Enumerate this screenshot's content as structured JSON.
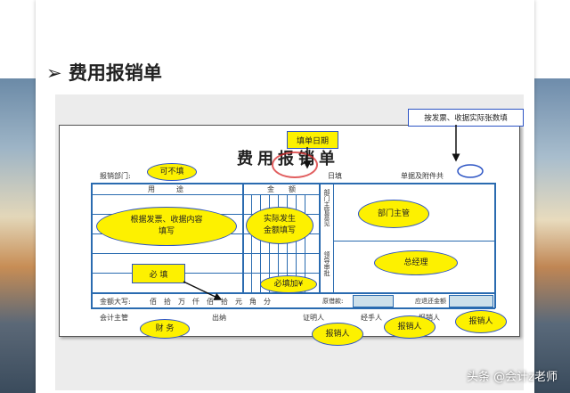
{
  "slide": {
    "title": "费用报销单",
    "bullet": "➢"
  },
  "form": {
    "title": "费用报销单",
    "stamp_text": "",
    "department_label": "报销部门:",
    "date_label": "日填",
    "attachment_label": "单据及附件共",
    "usage_header": "用　　　途",
    "amount_header": "金　　额",
    "dept_manager_label": "部门主管意见",
    "leader_label": "领导审批",
    "total_label": "金额大写:",
    "total_digits": "佰　拾　万　仟　佰　拾　元　角　分",
    "original_loan_label": "原借款:",
    "should_return_label": "应退还金额",
    "accountant_label": "会计主管",
    "cashier_label": "出纳",
    "witness_label": "证明人",
    "handler_label": "经手人",
    "claimant_label": "报销人",
    "currency": "¥"
  },
  "callouts": {
    "fill_date": "填单日期",
    "by_invoice_count": "按发票、收据实际张数填",
    "optional": "可不填",
    "fill_by_invoice": "根据发票、收据内容\n填写",
    "actual_amount": "实际发生\n金额填写",
    "dept_manager": "部门主管",
    "general_manager": "总经理",
    "required": "必  填",
    "required_plus": "必填加¥",
    "finance": "财  务",
    "claimant1": "报销人",
    "claimant2": "报销人",
    "claimant3": "报销人"
  },
  "watermark": "头条 @会计z老师",
  "colors": {
    "callout_fill": "#fdf100",
    "callout_border": "#2c54c4",
    "form_line": "#2a6bb0"
  }
}
